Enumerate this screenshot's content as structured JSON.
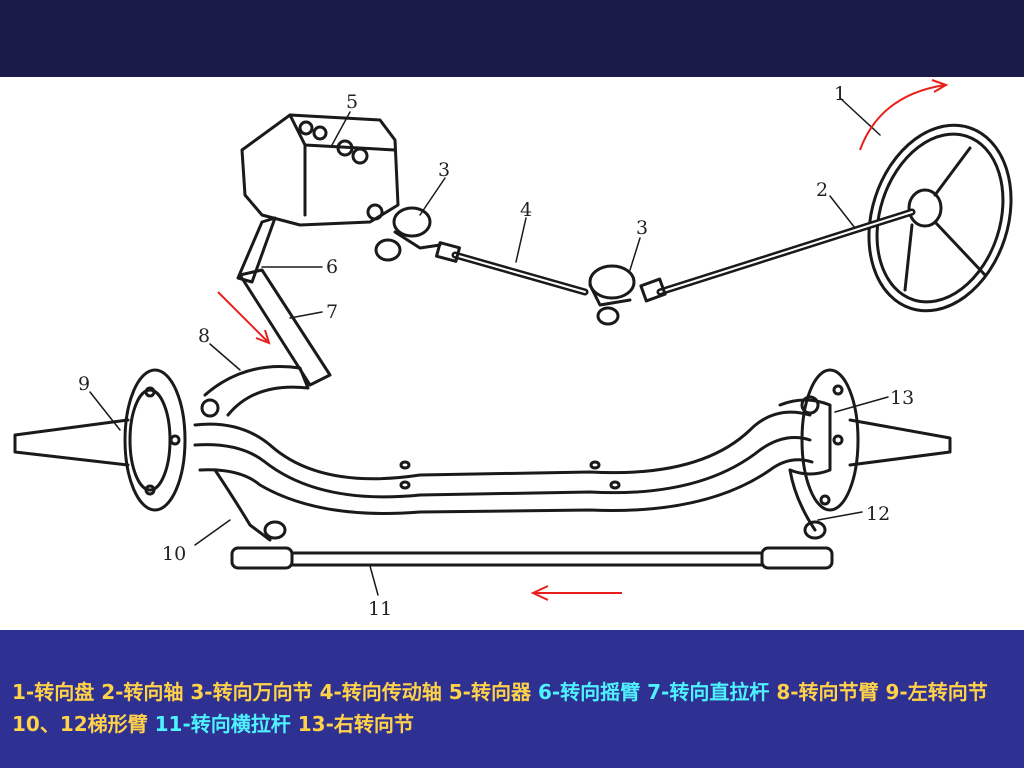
{
  "figure": {
    "labels": [
      "1",
      "2",
      "3",
      "3",
      "4",
      "5",
      "6",
      "7",
      "8",
      "9",
      "10",
      "11",
      "12",
      "13"
    ]
  },
  "caption": {
    "items": [
      {
        "text": "1-转向盘",
        "color": "#ffd24a"
      },
      {
        "text": "2-转向轴",
        "color": "#ffd24a"
      },
      {
        "text": "3-转向万向节",
        "color": "#ffd24a"
      },
      {
        "text": "4-转向传动轴",
        "color": "#ffd24a"
      },
      {
        "text": "5-转向器",
        "color": "#ffd24a"
      },
      {
        "text": "6-转向摇臂",
        "color": "#4ff2ff"
      },
      {
        "text": "7-转向直拉杆",
        "color": "#4ff2ff"
      },
      {
        "text": "8-转向节臂",
        "color": "#ffd24a"
      },
      {
        "text": "9-左转向节",
        "color": "#ffd24a"
      },
      {
        "text": "10、12梯形臂",
        "color": "#ffd24a"
      },
      {
        "text": "11-转向横拉杆",
        "color": "#4ff2ff"
      },
      {
        "text": "13-右转向节",
        "color": "#ffd24a"
      }
    ]
  },
  "colors": {
    "background": "#1b1b4a",
    "panel": "#2e3192",
    "arrow": "#e8201c"
  }
}
